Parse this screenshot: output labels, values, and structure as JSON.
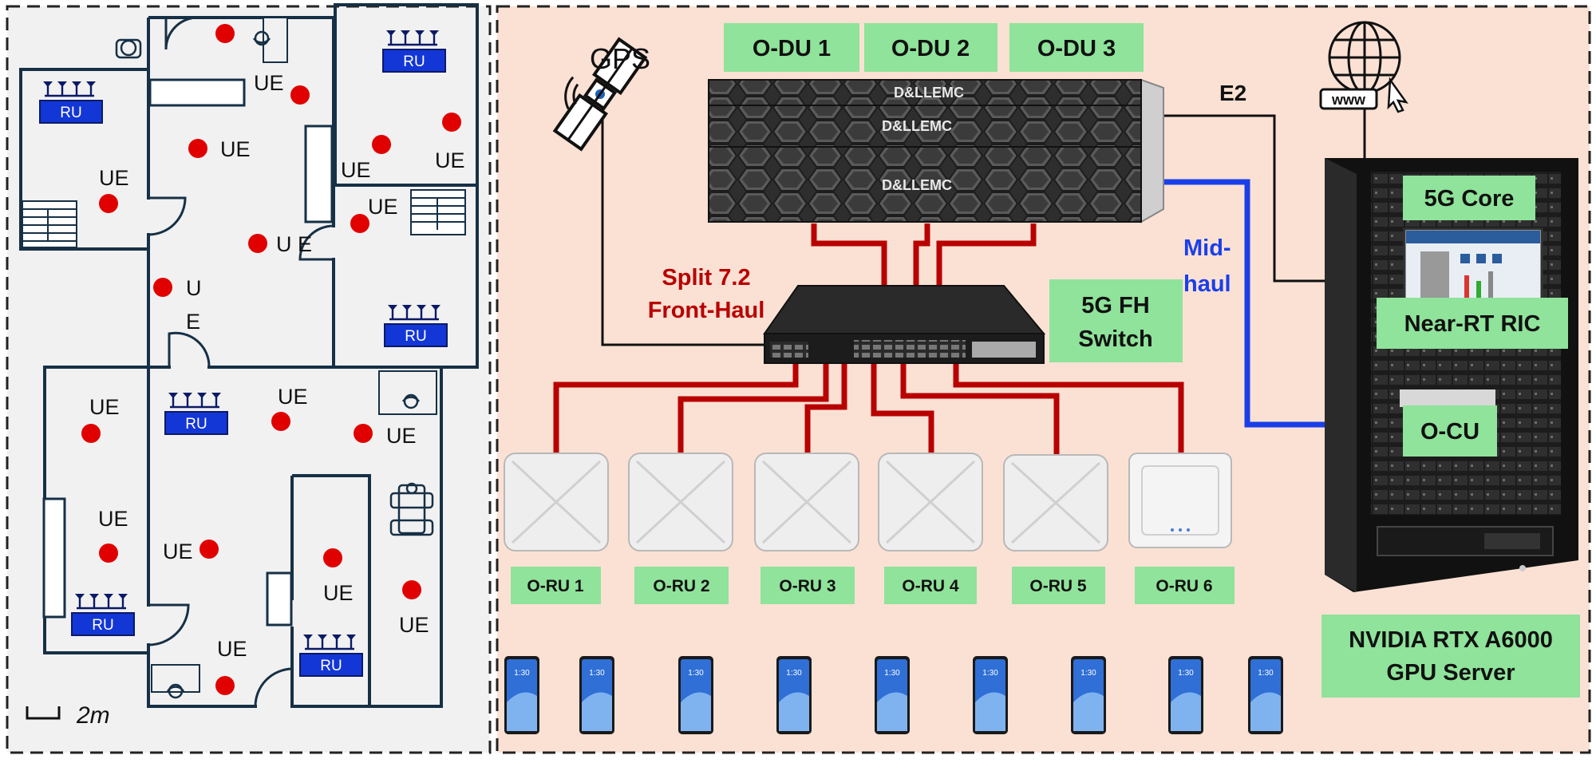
{
  "floorplan": {
    "ru_label": "RU",
    "ue_label": "UE",
    "split_ue_a": "U",
    "split_ue_b": "E",
    "split_ue_c": "U E",
    "scale_label": "2m"
  },
  "system": {
    "gps_label": "GPS",
    "odu_labels": [
      "O-DU 1",
      "O-DU 2",
      "O-DU 3"
    ],
    "server_brand": "D&LLEMC",
    "e2_label": "E2",
    "midhaul_label_line1": "Mid-",
    "midhaul_label_line2": "haul",
    "fronthaul_label_line1": "Split 7.2",
    "fronthaul_label_line2": "Front-Haul",
    "switch_label_line1": "5G FH",
    "switch_label_line2": "Switch",
    "oru_labels": [
      "O-RU 1",
      "O-RU 2",
      "O-RU 3",
      "O-RU 4",
      "O-RU 5",
      "O-RU 6"
    ],
    "phone_time": "1:30",
    "www_label": "www",
    "core_label": "5G Core",
    "ric_label": "Near-RT RIC",
    "ocu_label": "O-CU",
    "gpu_label_line1": "NVIDIA RTX A6000",
    "gpu_label_line2": "GPU Server"
  },
  "colors": {
    "fronthaul": "#b80000",
    "midhaul": "#1a3fe8",
    "label_box": "#8fe39a",
    "ru_box": "#1336d6",
    "ue_dot": "#e00000",
    "left_bg": "#f1f1f1",
    "right_bg": "#fbe1d4"
  }
}
